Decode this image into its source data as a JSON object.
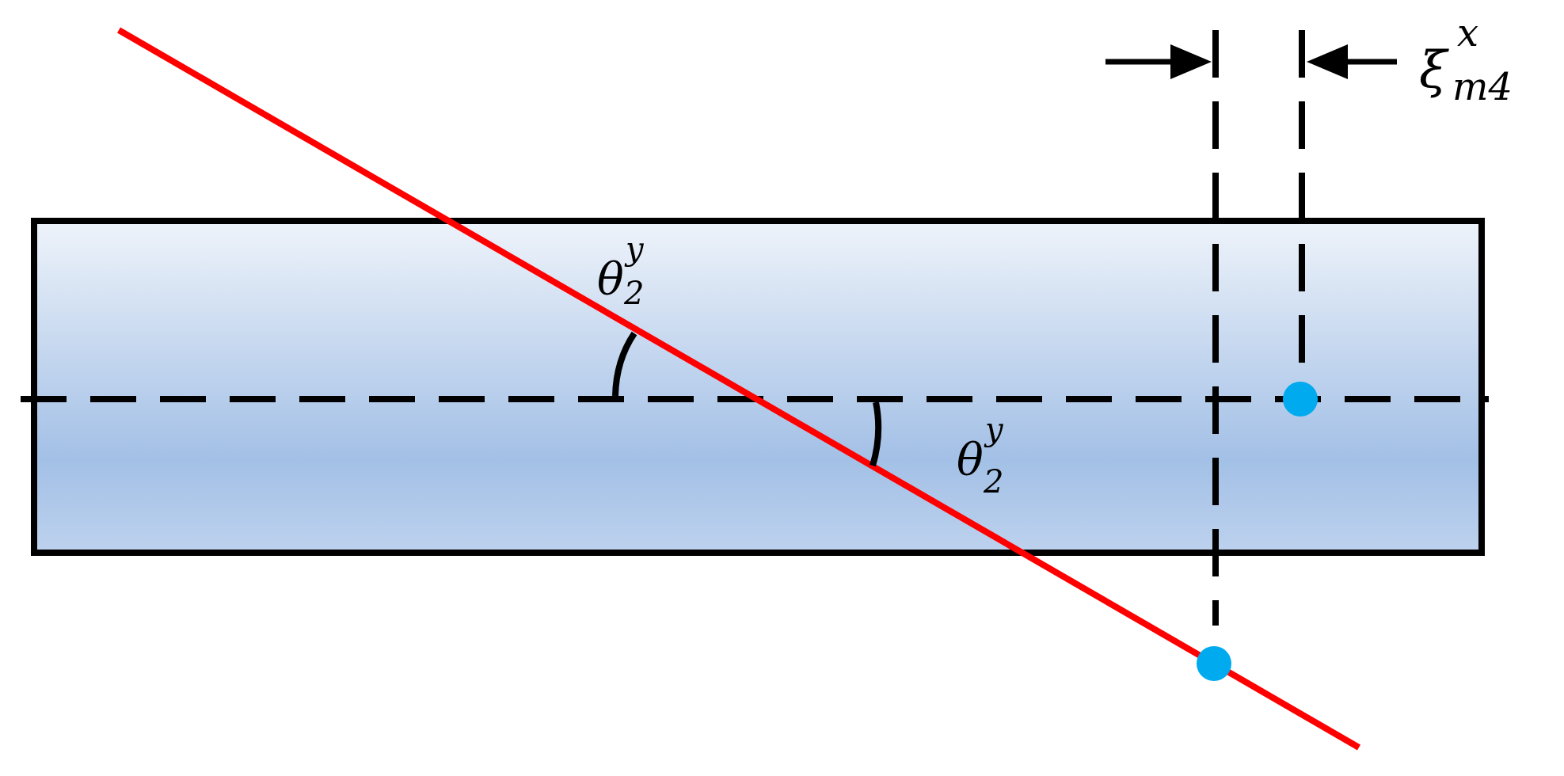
{
  "colors": {
    "background": "#ffffff",
    "slab_gradient_top": "#eef3fa",
    "slab_gradient_mid": "#a3c0e6",
    "slab_gradient_bottom": "#bdd2ee",
    "slab_border": "#000000",
    "ray": "#ff0000",
    "reference_lines": "#000000",
    "points": "#00aaee",
    "angle_arcs": "#000000"
  },
  "labels": {
    "angle_upper": {
      "base": "θ",
      "superscript": "y",
      "subscript": "2"
    },
    "angle_lower": {
      "base": "θ",
      "superscript": "y",
      "subscript": "2"
    },
    "offset": {
      "base": "ξ",
      "superscript": "x",
      "subscript": "m4"
    }
  }
}
